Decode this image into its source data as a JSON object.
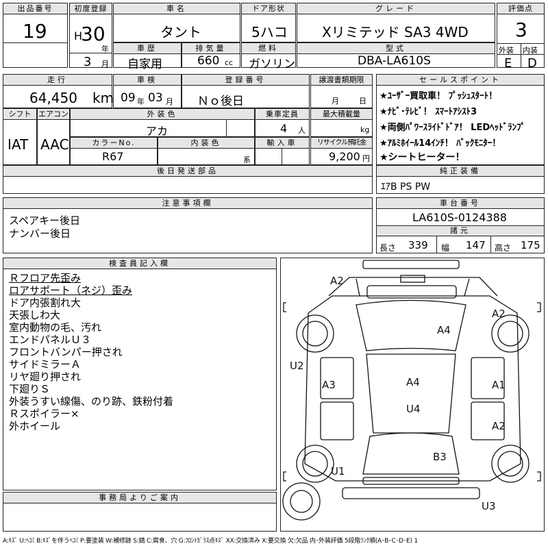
{
  "lot": {
    "label": "出品番号",
    "value": "19"
  },
  "first_reg": {
    "label": "初度登録",
    "era": "H",
    "year": "30",
    "year_unit": "年",
    "month": "3",
    "month_unit": "月"
  },
  "car_name": {
    "label": "車名",
    "value": "タント"
  },
  "door": {
    "label": "ドア形状",
    "value": "5ハコ"
  },
  "grade": {
    "label": "グレード",
    "value": "Xリミテッド SA3 4WD"
  },
  "score": {
    "label": "評価点",
    "value": "3",
    "ext_label": "外装",
    "int_label": "内装",
    "ext": "E",
    "int": "D"
  },
  "history": {
    "label": "車歴",
    "value": "自家用"
  },
  "displacement": {
    "label": "排気量",
    "value": "660",
    "unit": "cc"
  },
  "fuel": {
    "label": "燃料",
    "value": "ガソリン"
  },
  "model": {
    "label": "型式",
    "value": "DBA-LA610S"
  },
  "mileage": {
    "label": "走行",
    "value": "64,450",
    "unit": "km"
  },
  "inspection": {
    "label": "車検",
    "yy": "09",
    "yy_unit": "年",
    "mm": "03",
    "mm_unit": "月"
  },
  "reg_no": {
    "label": "登録番号",
    "value": "Ｎｏ後日"
  },
  "transfer": {
    "label": "譲渡書類期限",
    "m": "月",
    "d": "日"
  },
  "shift": {
    "label": "シフト",
    "value": "IAT"
  },
  "aircon": {
    "label": "エアコン",
    "value": "AAC"
  },
  "exterior_color": {
    "label": "外装色",
    "value": "アカ"
  },
  "capacity": {
    "label": "乗車定員",
    "value": "4",
    "unit": "人"
  },
  "max_load": {
    "label": "最大積載量",
    "unit": "kg"
  },
  "color_no": {
    "label": "カラーNo.",
    "value": "R67"
  },
  "interior_color": {
    "label": "内装色",
    "unit": "系"
  },
  "import": {
    "label": "輸入車"
  },
  "recycle": {
    "label": "リサイクル預託金",
    "value": "9,200",
    "unit": "円"
  },
  "later_parts": {
    "label": "後日発送部品",
    "value": ""
  },
  "sales_points": {
    "label": "セールスポイント",
    "items": [
      "★ﾕｰｻﾞｰ買取車！ ﾌﾟｯｼｭｽﾀｰﾄ！",
      "★ﾅﾋﾞ･ﾃﾚﾋﾞ！ ｽﾏｰﾄｱｼｽﾄ3",
      "★両側ﾊﾟﾜｰｽﾗｲﾄﾞﾄﾞｱ！ LEDﾍｯﾄﾞﾗﾝﾌﾟ",
      "★ｱﾙﾐﾎｲｰﾙ14ｲﾝﾁ！ ﾊﾞｯｸﾓﾆﾀｰ！",
      "★シートヒーター！"
    ]
  },
  "equipment": {
    "label": "純正装備",
    "value": "ｴｱB PS PW"
  },
  "notes": {
    "label": "注意事項欄",
    "lines": [
      "スペアキー後日",
      "ナンバー後日"
    ]
  },
  "chassis": {
    "label": "車台番号",
    "value": "LA610S-0124388"
  },
  "dims": {
    "label": "諸元",
    "length_label": "長さ",
    "length": "339",
    "width_label": "幅",
    "width": "147",
    "height_label": "高さ",
    "height": "175"
  },
  "inspector": {
    "label": "検査員記入欄",
    "lines": [
      "Ｒフロア先歪み",
      "ロアサポート（ネジ）歪み",
      "ドア内張割れ大",
      "天張しわ大",
      "室内動物の毛、汚れ",
      "エンドパネルＵ３",
      "フロントバンパー押され",
      "サイドミラーＡ",
      "リヤ廻り押され",
      "下廻りＳ",
      "外装うすい線傷、のり跡、鉄粉付着",
      "Ｒスポイラー×",
      "外ホイール"
    ]
  },
  "office": {
    "label": "事務局よりご案内",
    "value": ""
  },
  "damage_marks": [
    "A2",
    "A2",
    "A4",
    "U2",
    "A3",
    "A4",
    "A1",
    "U4",
    "A2",
    "B3",
    "U1",
    "U3"
  ],
  "legend": "A:ｷｽﾞ U:ﾍｺﾐ B:ｷｽﾞを伴うﾍｺﾐ P:要塗装 W:補修跡 S:錆 C:腐食、穴 G:ﾌﾛﾝﾄｶﾞﾗｽ点ｷｽﾞ XX:交換済み X:要交換 欠:欠品 内･外装評価 5段階ﾗﾝｸ順(A･B･C･D･E) 1"
}
